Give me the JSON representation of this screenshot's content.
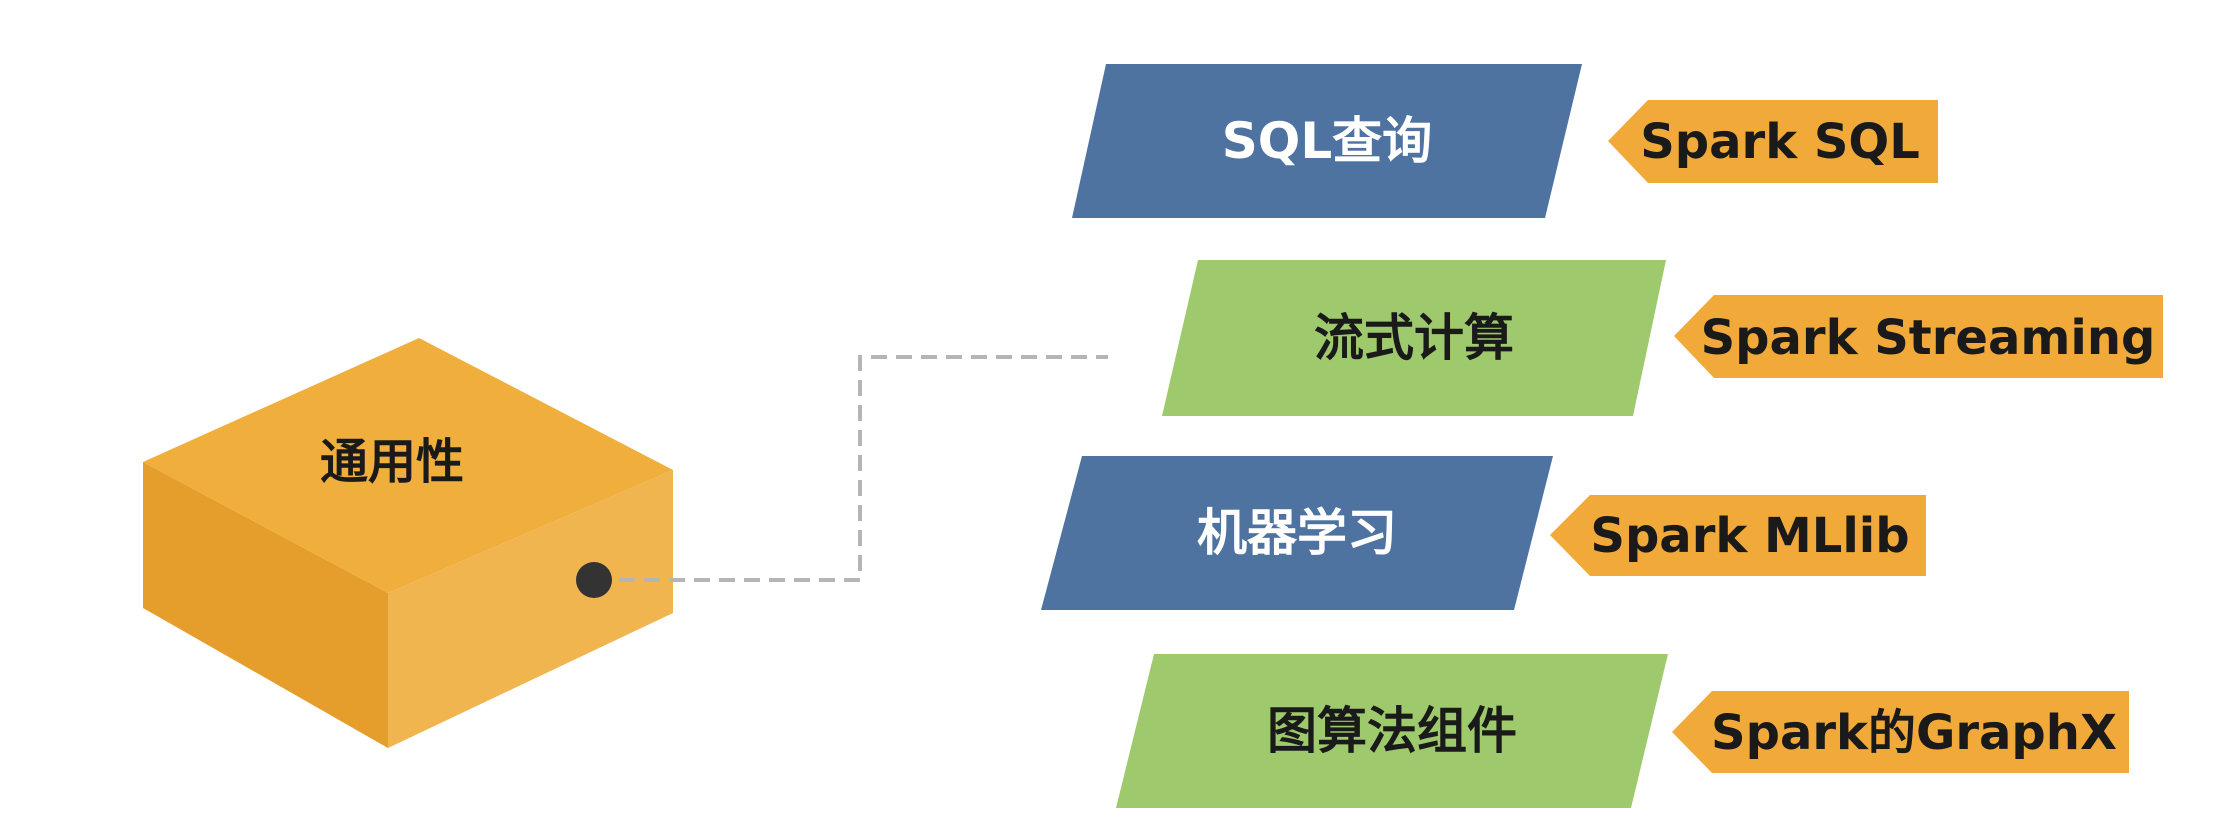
{
  "cube_label": "通用性",
  "items": [
    {
      "title": "SQL查询",
      "tag": "Spark SQL",
      "fill": "#4e73a0",
      "text_color": "#ffffff"
    },
    {
      "title": "流式计算",
      "tag": "Spark Streaming",
      "fill": "#9ec96c",
      "text_color": "#1a1a1a"
    },
    {
      "title": "机器学习",
      "tag": "Spark MLlib",
      "fill": "#4e73a0",
      "text_color": "#ffffff"
    },
    {
      "title": "图算法组件",
      "tag": "Spark的GraphX",
      "fill": "#9ec96c",
      "text_color": "#1a1a1a"
    }
  ],
  "colors": {
    "cube_top": "#f0ae3c",
    "cube_left": "#e59e2c",
    "cube_right": "#f1b54f",
    "tag_fill": "#f1aa3a",
    "tag_text": "#1a1a1a",
    "connector": "#b5b5b5",
    "dot": "#333333"
  }
}
